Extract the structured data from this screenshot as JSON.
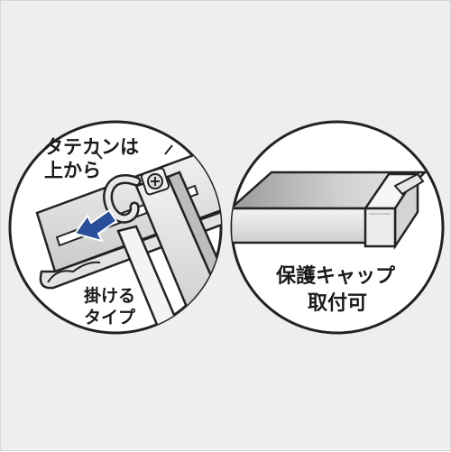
{
  "colors": {
    "background": "#eeeeee",
    "circle_fill": "#ffffff",
    "outline": "#222222",
    "arrow": "#2a4f9a",
    "metal_light": "#f2f2f2",
    "metal_mid": "#d9d9d9",
    "metal_dark": "#a8a8a8"
  },
  "left_panel": {
    "callout_line1": "タテカンは",
    "callout_line2": "上から",
    "caption_line1": "掛ける",
    "caption_line2": "タイプ",
    "arrow_icon": "arrow-down-left-icon",
    "screw_icon": "phillips-screw-icon"
  },
  "right_panel": {
    "caption_line1": "保護キャップ",
    "caption_line2": "取付可"
  }
}
